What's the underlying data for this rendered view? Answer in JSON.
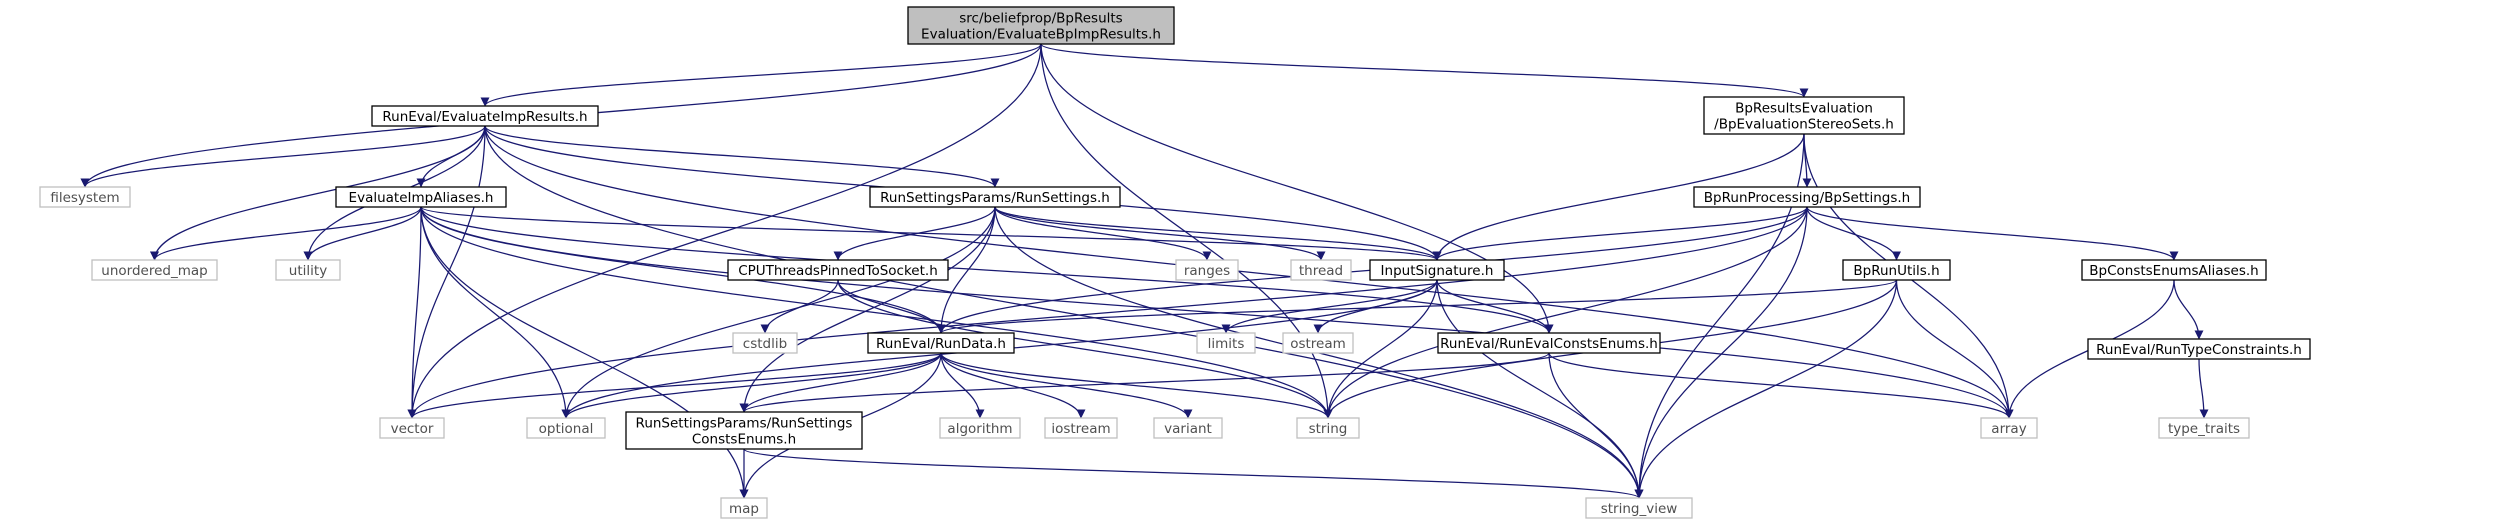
{
  "graph": {
    "colors": {
      "edge": "#191970",
      "root_fill": "#bfbfbf",
      "header_border": "#000000",
      "external_border": "#bfbfbf",
      "external_text": "#505050"
    },
    "nodes": [
      {
        "id": "root",
        "lines": [
          "src/beliefprop/BpResults",
          "Evaluation/EvaluateBpImpResults.h"
        ],
        "kind": "root"
      },
      {
        "id": "evaluateimpresults",
        "lines": [
          "RunEval/EvaluateImpResults.h"
        ],
        "kind": "header"
      },
      {
        "id": "bpevaluationstereosets",
        "lines": [
          "BpResultsEvaluation",
          "/BpEvaluationStereoSets.h"
        ],
        "kind": "header"
      },
      {
        "id": "filesystem",
        "lines": [
          "filesystem"
        ],
        "kind": "external"
      },
      {
        "id": "evaluateimpaliases",
        "lines": [
          "EvaluateImpAliases.h"
        ],
        "kind": "header"
      },
      {
        "id": "runsettings",
        "lines": [
          "RunSettingsParams/RunSettings.h"
        ],
        "kind": "header"
      },
      {
        "id": "bpsettings",
        "lines": [
          "BpRunProcessing/BpSettings.h"
        ],
        "kind": "header"
      },
      {
        "id": "unordered_map",
        "lines": [
          "unordered_map"
        ],
        "kind": "external"
      },
      {
        "id": "utility",
        "lines": [
          "utility"
        ],
        "kind": "external"
      },
      {
        "id": "cputhreads",
        "lines": [
          "CPUThreadsPinnedToSocket.h"
        ],
        "kind": "header"
      },
      {
        "id": "ranges",
        "lines": [
          "ranges"
        ],
        "kind": "external"
      },
      {
        "id": "thread",
        "lines": [
          "thread"
        ],
        "kind": "external"
      },
      {
        "id": "inputsignature",
        "lines": [
          "InputSignature.h"
        ],
        "kind": "header"
      },
      {
        "id": "bprunutils",
        "lines": [
          "BpRunUtils.h"
        ],
        "kind": "header"
      },
      {
        "id": "bpconstsenums",
        "lines": [
          "BpConstsEnumsAliases.h"
        ],
        "kind": "header"
      },
      {
        "id": "cstdlib",
        "lines": [
          "cstdlib"
        ],
        "kind": "external"
      },
      {
        "id": "limits",
        "lines": [
          "limits"
        ],
        "kind": "external"
      },
      {
        "id": "ostream",
        "lines": [
          "ostream"
        ],
        "kind": "external"
      },
      {
        "id": "rundata",
        "lines": [
          "RunEval/RunData.h"
        ],
        "kind": "header"
      },
      {
        "id": "runevalconsts",
        "lines": [
          "RunEval/RunEvalConstsEnums.h"
        ],
        "kind": "header"
      },
      {
        "id": "runtypeconstraints",
        "lines": [
          "RunEval/RunTypeConstraints.h"
        ],
        "kind": "header"
      },
      {
        "id": "vector",
        "lines": [
          "vector"
        ],
        "kind": "external"
      },
      {
        "id": "optional",
        "lines": [
          "optional"
        ],
        "kind": "external"
      },
      {
        "id": "runsettingsconsts",
        "lines": [
          "RunSettingsParams/RunSettings",
          "ConstsEnums.h"
        ],
        "kind": "header"
      },
      {
        "id": "algorithm",
        "lines": [
          "algorithm"
        ],
        "kind": "external"
      },
      {
        "id": "iostream",
        "lines": [
          "iostream"
        ],
        "kind": "external"
      },
      {
        "id": "variant",
        "lines": [
          "variant"
        ],
        "kind": "external"
      },
      {
        "id": "string",
        "lines": [
          "string"
        ],
        "kind": "external"
      },
      {
        "id": "array",
        "lines": [
          "array"
        ],
        "kind": "external"
      },
      {
        "id": "type_traits",
        "lines": [
          "type_traits"
        ],
        "kind": "external"
      },
      {
        "id": "map",
        "lines": [
          "map"
        ],
        "kind": "external"
      },
      {
        "id": "string_view",
        "lines": [
          "string_view"
        ],
        "kind": "external"
      }
    ],
    "edges": [
      [
        "root",
        "evaluateimpresults"
      ],
      [
        "root",
        "bpevaluationstereosets"
      ],
      [
        "root",
        "filesystem"
      ],
      [
        "root",
        "vector"
      ],
      [
        "root",
        "runevalconsts"
      ],
      [
        "root",
        "string"
      ],
      [
        "evaluateimpresults",
        "filesystem"
      ],
      [
        "evaluateimpresults",
        "evaluateimpaliases"
      ],
      [
        "evaluateimpresults",
        "runsettings"
      ],
      [
        "evaluateimpresults",
        "unordered_map"
      ],
      [
        "evaluateimpresults",
        "utility"
      ],
      [
        "evaluateimpresults",
        "inputsignature"
      ],
      [
        "evaluateimpresults",
        "vector"
      ],
      [
        "evaluateimpresults",
        "array"
      ],
      [
        "evaluateimpresults",
        "string_view"
      ],
      [
        "evaluateimpaliases",
        "unordered_map"
      ],
      [
        "evaluateimpaliases",
        "utility"
      ],
      [
        "evaluateimpaliases",
        "inputsignature"
      ],
      [
        "evaluateimpaliases",
        "rundata"
      ],
      [
        "evaluateimpaliases",
        "runevalconsts"
      ],
      [
        "evaluateimpaliases",
        "vector"
      ],
      [
        "evaluateimpaliases",
        "optional"
      ],
      [
        "evaluateimpaliases",
        "string"
      ],
      [
        "evaluateimpaliases",
        "array"
      ],
      [
        "evaluateimpaliases",
        "map"
      ],
      [
        "runsettings",
        "cputhreads"
      ],
      [
        "runsettings",
        "ranges"
      ],
      [
        "runsettings",
        "thread"
      ],
      [
        "runsettings",
        "inputsignature"
      ],
      [
        "runsettings",
        "rundata"
      ],
      [
        "runsettings",
        "optional"
      ],
      [
        "runsettings",
        "runsettingsconsts"
      ],
      [
        "runsettings",
        "string_view"
      ],
      [
        "cputhreads",
        "cstdlib"
      ],
      [
        "cputhreads",
        "rundata"
      ],
      [
        "cputhreads",
        "string"
      ],
      [
        "inputsignature",
        "limits"
      ],
      [
        "inputsignature",
        "ostream"
      ],
      [
        "inputsignature",
        "runevalconsts"
      ],
      [
        "inputsignature",
        "string"
      ],
      [
        "inputsignature",
        "string_view"
      ],
      [
        "inputsignature",
        "optional"
      ],
      [
        "bpevaluationstereosets",
        "bpsettings"
      ],
      [
        "bpevaluationstereosets",
        "inputsignature"
      ],
      [
        "bpevaluationstereosets",
        "array"
      ],
      [
        "bpevaluationstereosets",
        "string_view"
      ],
      [
        "bpsettings",
        "inputsignature"
      ],
      [
        "bpsettings",
        "bprunutils"
      ],
      [
        "bpsettings",
        "bpconstsenums"
      ],
      [
        "bpsettings",
        "rundata"
      ],
      [
        "bpsettings",
        "string"
      ],
      [
        "bpsettings",
        "string_view"
      ],
      [
        "bpsettings",
        "vector"
      ],
      [
        "bprunutils",
        "rundata"
      ],
      [
        "bprunutils",
        "string"
      ],
      [
        "bprunutils",
        "array"
      ],
      [
        "bprunutils",
        "string_view"
      ],
      [
        "bpconstsenums",
        "runtypeconstraints"
      ],
      [
        "bpconstsenums",
        "array"
      ],
      [
        "runtypeconstraints",
        "type_traits"
      ],
      [
        "rundata",
        "vector"
      ],
      [
        "rundata",
        "optional"
      ],
      [
        "rundata",
        "algorithm"
      ],
      [
        "rundata",
        "iostream"
      ],
      [
        "rundata",
        "variant"
      ],
      [
        "rundata",
        "string"
      ],
      [
        "rundata",
        "map"
      ],
      [
        "rundata",
        "runsettingsconsts"
      ],
      [
        "runevalconsts",
        "runsettingsconsts"
      ],
      [
        "runevalconsts",
        "array"
      ],
      [
        "runevalconsts",
        "string_view"
      ],
      [
        "runsettingsconsts",
        "map"
      ],
      [
        "runsettingsconsts",
        "string_view"
      ]
    ]
  }
}
